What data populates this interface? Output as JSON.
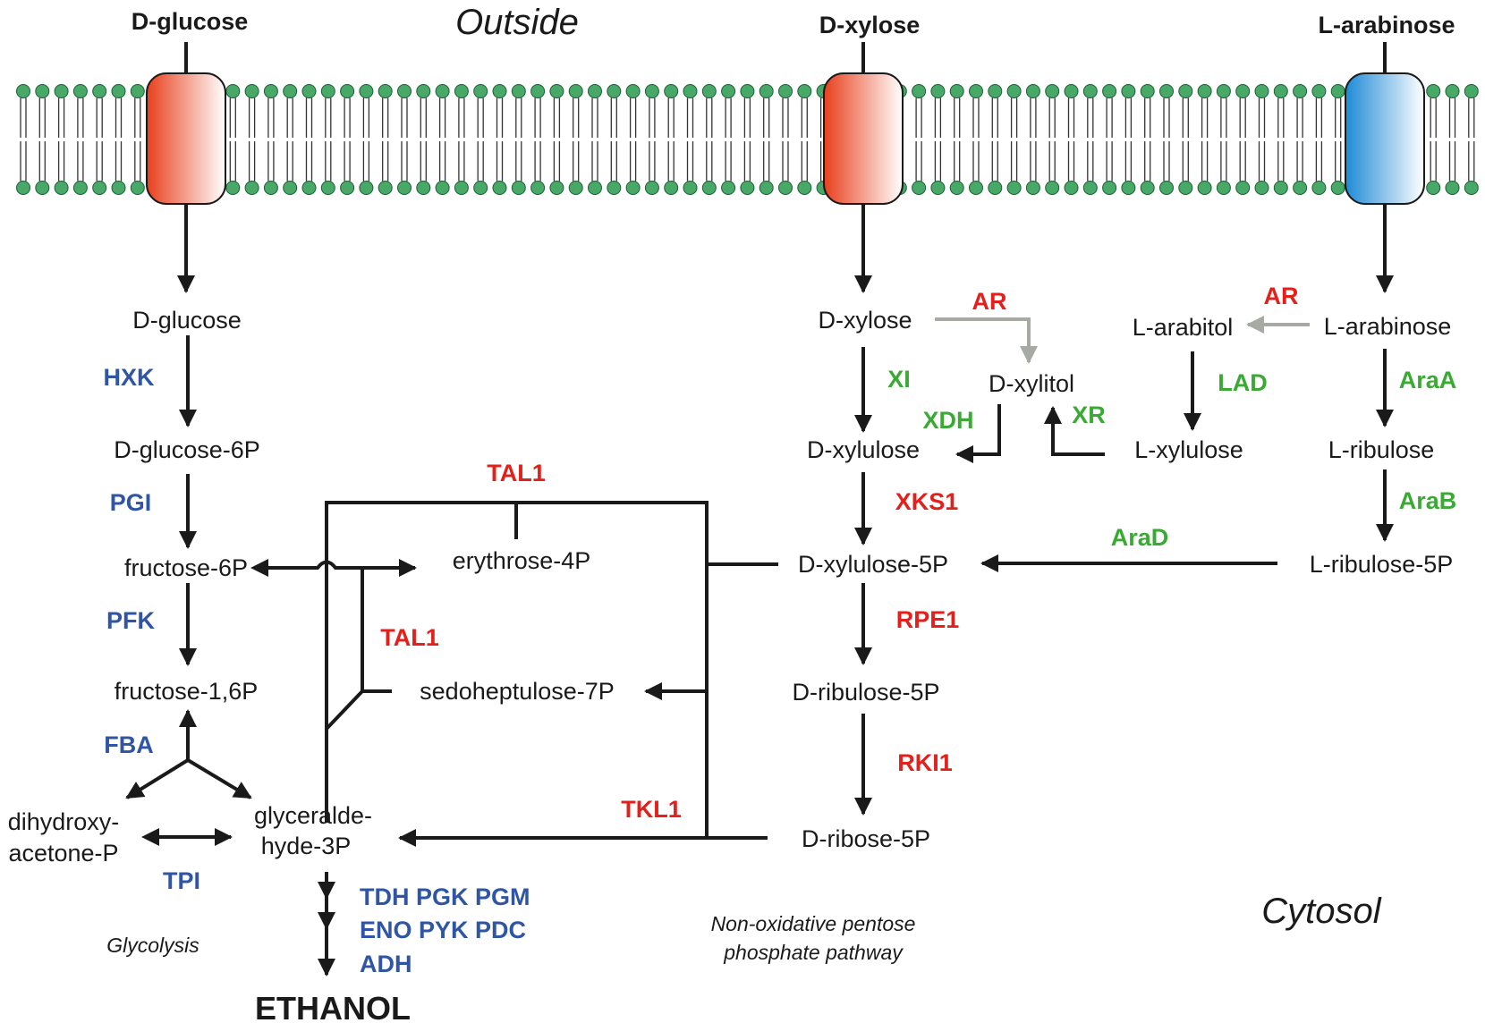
{
  "regions": {
    "outside": "Outside",
    "cytosol": "Cytosol"
  },
  "transported_sugars": {
    "glucose": "D-glucose",
    "xylose": "D-xylose",
    "arabinose": "L-arabinose"
  },
  "metabolites": {
    "d_glucose": "D-glucose",
    "glucose_6p": "D-glucose-6P",
    "fructose_6p": "fructose-6P",
    "fructose_16p": "fructose-1,6P",
    "dhap_line1": "dihydroxy-",
    "dhap_line2": "acetone-P",
    "gap_line1": "glyceralde-",
    "gap_line2": "hyde-3P",
    "erythrose_4p": "erythrose-4P",
    "sedoheptulose_7p": "sedoheptulose-7P",
    "d_xylose": "D-xylose",
    "d_xylitol": "D-xylitol",
    "d_xylulose": "D-xylulose",
    "d_xylulose_5p": "D-xylulose-5P",
    "d_ribulose_5p": "D-ribulose-5P",
    "d_ribose_5p": "D-ribose-5P",
    "l_arabitol": "L-arabitol",
    "l_arabinose": "L-arabinose",
    "l_xylulose": "L-xylulose",
    "l_ribulose": "L-ribulose",
    "l_ribulose_5p": "L-ribulose-5P"
  },
  "enzymes": {
    "hxk": "HXK",
    "pgi": "PGI",
    "pfk": "PFK",
    "fba": "FBA",
    "tpi": "TPI",
    "tal1_top": "TAL1",
    "tal1_mid": "TAL1",
    "tkl1": "TKL1",
    "ar_xylose": "AR",
    "ar_arabinose": "AR",
    "xi": "XI",
    "xdh": "XDH",
    "xr": "XR",
    "lad": "LAD",
    "xks1": "XKS1",
    "rpe1": "RPE1",
    "rki1": "RKI1",
    "araa": "AraA",
    "arab": "AraB",
    "arad": "AraD",
    "lower_line1": "TDH PGK PGM",
    "lower_line2": "ENO PYK PDC",
    "lower_line3": "ADH"
  },
  "pathway_labels": {
    "glycolysis": "Glycolysis",
    "ppp_line1": "Non-oxidative pentose",
    "ppp_line2": "phosphate pathway"
  },
  "product": "ETHANOL",
  "colors": {
    "membrane_head": "#48a868",
    "membrane_tail": "#333333",
    "hexose_transporter": "#e8401c",
    "arabinose_transporter": "#1e8ad6",
    "glycolysis_enzyme": "#2f55a4",
    "native_enzyme": "#e3201b",
    "heterologous_enzyme": "#3aaa35",
    "side_reaction": "#a7a9a3"
  }
}
